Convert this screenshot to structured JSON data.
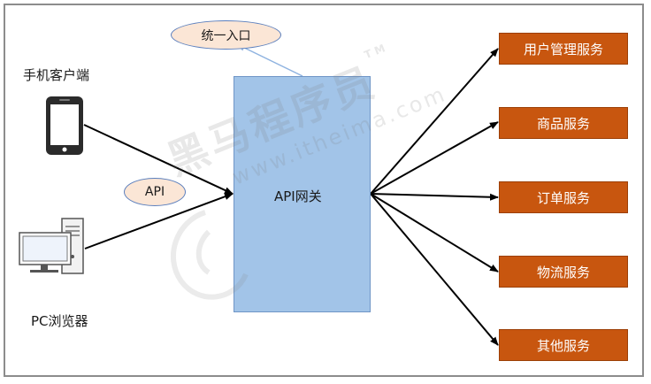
{
  "labels": {
    "mobile_client": "手机客户端",
    "pc_browser": "PC浏览器",
    "api_tag": "API",
    "entry_tag": "统一入口",
    "gateway": "API网关"
  },
  "services": [
    {
      "name": "用户管理服务"
    },
    {
      "name": "商品服务"
    },
    {
      "name": "订单服务"
    },
    {
      "name": "物流服务"
    },
    {
      "name": "其他服务"
    }
  ],
  "watermark": {
    "brand": "黑马程序员",
    "tm": "TM",
    "url": "www.itheima.com"
  },
  "colors": {
    "gateway_fill": "#a2c4e8",
    "service_fill": "#c8560f",
    "tag_fill": "#fbe6d6",
    "arrow": "#000000",
    "entry_arrow": "#8fb3e0"
  }
}
